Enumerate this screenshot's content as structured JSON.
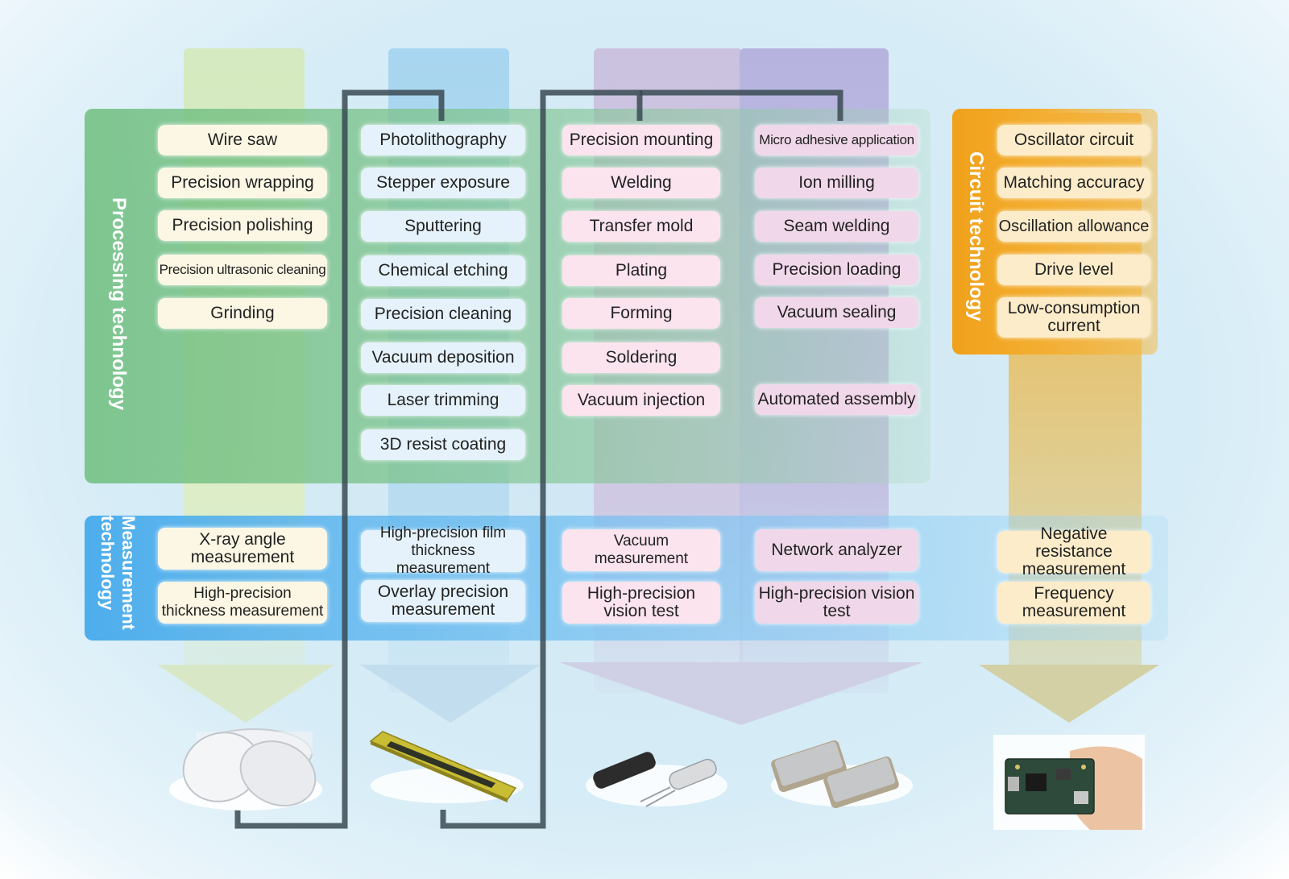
{
  "processing_label": "Processing technology",
  "measurement_label": "Measurement technology",
  "circuit_label": "Circuit technology",
  "columns": [
    {
      "processing": [
        "Wire saw",
        "Precision wrapping",
        "Precision polishing",
        "Precision ultrasonic cleaning",
        "Grinding"
      ],
      "measurement": [
        "X-ray angle measurement",
        "High-precision thickness measurement"
      ]
    },
    {
      "processing": [
        "Photolithography",
        "Stepper exposure",
        "Sputtering",
        "Chemical etching",
        "Precision cleaning",
        "Vacuum deposition",
        "Laser trimming",
        "3D resist coating"
      ],
      "measurement": [
        "High-precision film thickness measurement",
        "Overlay precision measurement"
      ]
    },
    {
      "processing": [
        "Precision mounting",
        "Welding",
        "Transfer mold",
        "Plating",
        "Forming",
        "Soldering",
        "Vacuum injection"
      ],
      "measurement": [
        "Vacuum measurement",
        "High-precision vision test"
      ]
    },
    {
      "processing": [
        "Micro adhesive application",
        "Ion milling",
        "Seam welding",
        "Precision loading",
        "Vacuum sealing",
        "Automated assembly"
      ],
      "measurement": [
        "Network analyzer",
        "High-precision vision test"
      ]
    },
    {
      "processing": [
        "Oscillator circuit",
        "Matching accuracy",
        "Oscillation allowance",
        "Drive level",
        "Low-consumption current"
      ],
      "measurement": [
        "Negative resistance measurement",
        "Frequency measurement"
      ]
    }
  ],
  "products": [
    {
      "icon": "crystal-wafers-icon"
    },
    {
      "icon": "sensor-element-icon"
    },
    {
      "icon": "crystal-resonators-icon"
    },
    {
      "icon": "smd-crystal-units-icon"
    },
    {
      "icon": "circuit-board-in-hand-icon"
    }
  ],
  "colors": {
    "processing_band": "#7ec48a",
    "measurement_band": "#5bb8ea",
    "circuit_band": "#f1a21d",
    "col1": "#d9ecc4",
    "col2": "#a9d6ef",
    "col3": "#c9c1e0",
    "col4": "#b7b3df",
    "col5": "#e2c98a",
    "connector": "#2b3a40"
  }
}
